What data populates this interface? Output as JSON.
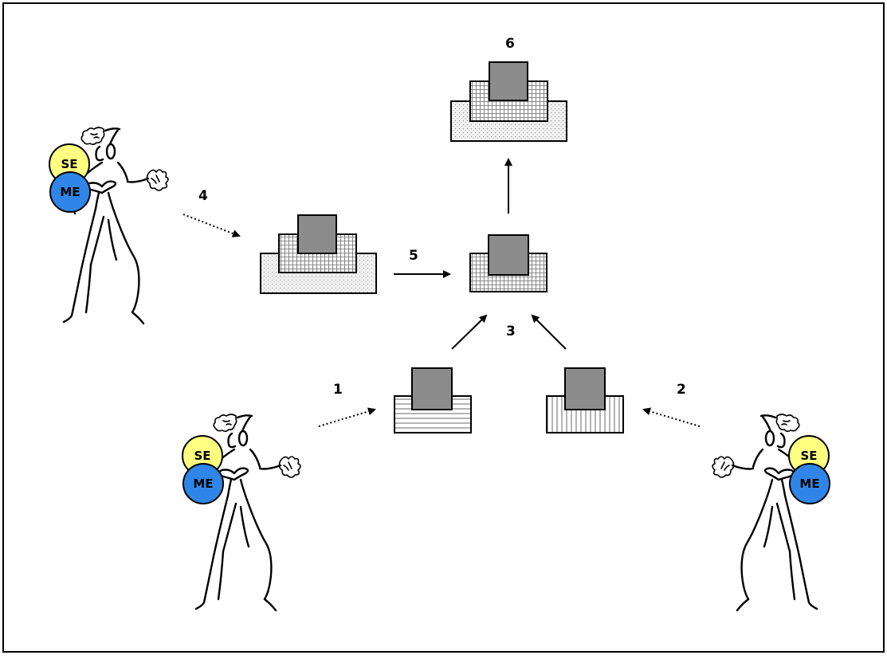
{
  "steps": {
    "s1": "1",
    "s2": "2",
    "s3": "3",
    "s4": "4",
    "s5": "5",
    "s6": "6"
  },
  "badges": {
    "se": "SE",
    "me": "ME"
  },
  "colors": {
    "frame": "#000000",
    "se_fill": "#ffff80",
    "me_fill": "#2f86e8",
    "top_block": "#8c8c8c",
    "pattern_ink": "#6a6a6a"
  },
  "icons": [
    "person-figure-icon",
    "stacked-blocks-icon",
    "arrow-icon"
  ]
}
